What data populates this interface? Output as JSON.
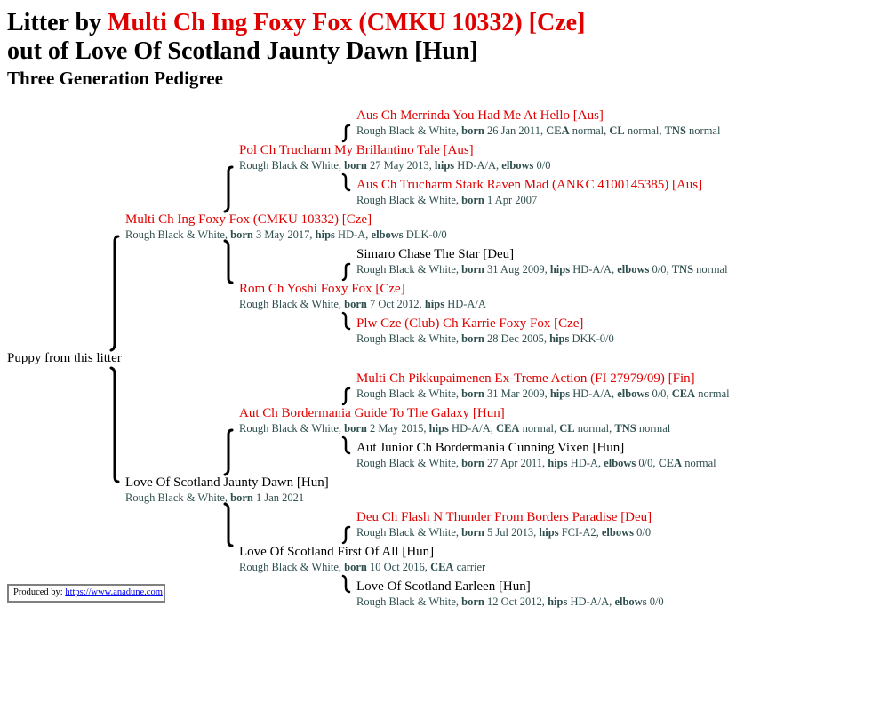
{
  "header": {
    "title_prefix": "Litter by",
    "sire_name": "Multi Ch Ing Foxy Fox (CMKU 10332) [Cze]",
    "line2": "out of Love Of Scotland Jaunty Dawn [Hun]",
    "subtitle": "Three Generation Pedigree"
  },
  "puppy_label": "Puppy from this litter",
  "produced": {
    "label": "Produced by:",
    "link": "https://www.anadune.com"
  },
  "dogs": {
    "sire": {
      "name": "Multi Ch Ing Foxy Fox (CMKU 10332) [Cze]",
      "titled": true,
      "details": [
        {
          "t": "Rough Black & White, "
        },
        {
          "b": "born"
        },
        {
          "t": " 3 May 2017, "
        },
        {
          "b": "hips"
        },
        {
          "t": " HD-A, "
        },
        {
          "b": "elbows"
        },
        {
          "t": " DLK-0/0"
        }
      ]
    },
    "ss": {
      "name": "Pol Ch Trucharm My Brillantino Tale [Aus]",
      "titled": true,
      "details": [
        {
          "t": "Rough Black & White, "
        },
        {
          "b": "born"
        },
        {
          "t": " 27 May 2013, "
        },
        {
          "b": "hips"
        },
        {
          "t": " HD-A/A, "
        },
        {
          "b": "elbows"
        },
        {
          "t": " 0/0"
        }
      ]
    },
    "sss": {
      "name": "Aus Ch Merrinda You Had Me At Hello [Aus]",
      "titled": true,
      "details": [
        {
          "t": "Rough Black & White, "
        },
        {
          "b": "born"
        },
        {
          "t": " 26 Jan 2011, "
        },
        {
          "b": "CEA"
        },
        {
          "t": " normal, "
        },
        {
          "b": "CL"
        },
        {
          "t": " normal, "
        },
        {
          "b": "TNS"
        },
        {
          "t": " normal"
        }
      ]
    },
    "ssd": {
      "name": "Aus Ch Trucharm Stark Raven Mad (ANKC 4100145385) [Aus]",
      "titled": true,
      "details": [
        {
          "t": "Rough Black & White, "
        },
        {
          "b": "born"
        },
        {
          "t": " 1 Apr 2007"
        }
      ]
    },
    "sd": {
      "name": "Rom Ch Yoshi Foxy Fox [Cze]",
      "titled": true,
      "details": [
        {
          "t": "Rough Black & White, "
        },
        {
          "b": "born"
        },
        {
          "t": " 7 Oct 2012, "
        },
        {
          "b": "hips"
        },
        {
          "t": " HD-A/A"
        }
      ]
    },
    "sds": {
      "name": "Simaro Chase The Star [Deu]",
      "titled": false,
      "details": [
        {
          "t": "Rough Black & White, "
        },
        {
          "b": "born"
        },
        {
          "t": " 31 Aug 2009, "
        },
        {
          "b": "hips"
        },
        {
          "t": " HD-A/A, "
        },
        {
          "b": "elbows"
        },
        {
          "t": " 0/0, "
        },
        {
          "b": "TNS"
        },
        {
          "t": " normal"
        }
      ]
    },
    "sdd": {
      "name": "Plw Cze (Club) Ch Karrie Foxy Fox [Cze]",
      "titled": true,
      "details": [
        {
          "t": "Rough Black & White, "
        },
        {
          "b": "born"
        },
        {
          "t": " 28 Dec 2005, "
        },
        {
          "b": "hips"
        },
        {
          "t": " DKK-0/0"
        }
      ]
    },
    "dam": {
      "name": "Love Of Scotland Jaunty Dawn [Hun]",
      "titled": false,
      "details": [
        {
          "t": "Rough Black & White, "
        },
        {
          "b": "born"
        },
        {
          "t": " 1 Jan 2021"
        }
      ]
    },
    "ds": {
      "name": "Aut Ch Bordermania Guide To The Galaxy [Hun]",
      "titled": true,
      "details": [
        {
          "t": "Rough Black & White, "
        },
        {
          "b": "born"
        },
        {
          "t": " 2 May 2015, "
        },
        {
          "b": "hips"
        },
        {
          "t": " HD-A/A, "
        },
        {
          "b": "CEA"
        },
        {
          "t": " normal, "
        },
        {
          "b": "CL"
        },
        {
          "t": " normal, "
        },
        {
          "b": "TNS"
        },
        {
          "t": " normal"
        }
      ]
    },
    "dss": {
      "name": "Multi Ch Pikkupaimenen Ex-Treme Action (FI 27979/09) [Fin]",
      "titled": true,
      "details": [
        {
          "t": "Rough Black & White, "
        },
        {
          "b": "born"
        },
        {
          "t": " 31 Mar 2009, "
        },
        {
          "b": "hips"
        },
        {
          "t": " HD-A/A, "
        },
        {
          "b": "elbows"
        },
        {
          "t": " 0/0, "
        },
        {
          "b": "CEA"
        },
        {
          "t": " normal"
        }
      ]
    },
    "dsd": {
      "name": "Aut Junior Ch Bordermania Cunning Vixen [Hun]",
      "titled": false,
      "details": [
        {
          "t": "Rough Black & White, "
        },
        {
          "b": "born"
        },
        {
          "t": " 27 Apr 2011, "
        },
        {
          "b": "hips"
        },
        {
          "t": " HD-A, "
        },
        {
          "b": "elbows"
        },
        {
          "t": " 0/0, "
        },
        {
          "b": "CEA"
        },
        {
          "t": " normal"
        }
      ]
    },
    "dd": {
      "name": "Love Of Scotland First Of All [Hun]",
      "titled": false,
      "details": [
        {
          "t": "Rough Black & White, "
        },
        {
          "b": "born"
        },
        {
          "t": " 10 Oct 2016, "
        },
        {
          "b": "CEA"
        },
        {
          "t": " carrier"
        }
      ]
    },
    "dds": {
      "name": "Deu Ch Flash N Thunder From Borders Paradise [Deu]",
      "titled": true,
      "details": [
        {
          "t": "Rough Black & White, "
        },
        {
          "b": "born"
        },
        {
          "t": " 5 Jul 2013, "
        },
        {
          "b": "hips"
        },
        {
          "t": " FCI-A2, "
        },
        {
          "b": "elbows"
        },
        {
          "t": " 0/0"
        }
      ]
    },
    "ddd": {
      "name": "Love Of Scotland Earleen [Hun]",
      "titled": false,
      "details": [
        {
          "t": "Rough Black & White, "
        },
        {
          "b": "born"
        },
        {
          "t": " 12 Oct 2012, "
        },
        {
          "b": "hips"
        },
        {
          "t": " HD-A/A, "
        },
        {
          "b": "elbows"
        },
        {
          "t": " 0/0"
        }
      ]
    }
  },
  "colors": {
    "titled": "#e00000",
    "normal": "#000000",
    "details": "#2f4f4f",
    "link": "#0000ee"
  }
}
